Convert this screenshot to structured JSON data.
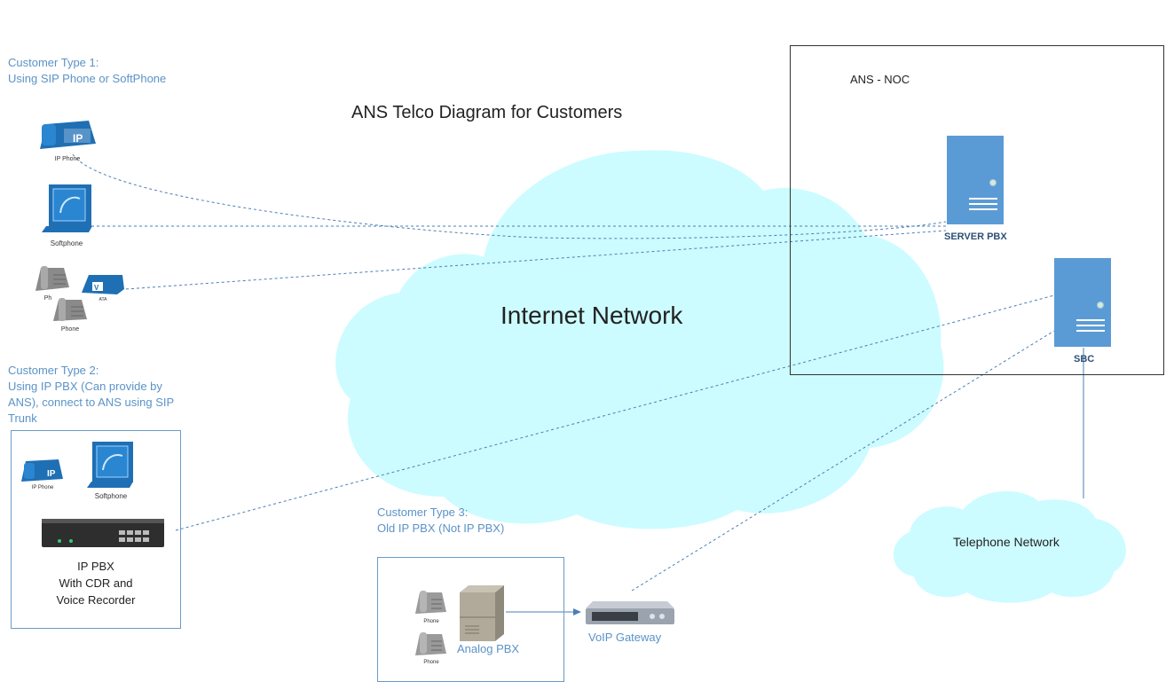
{
  "title": "ANS Telco Diagram for Customers",
  "cloud_internet": "Internet Network",
  "cloud_telephone": "Telephone Network",
  "noc": {
    "label": "ANS - NOC",
    "server_pbx": "SERVER PBX",
    "sbc": "SBC"
  },
  "customer1": {
    "heading": [
      "Customer Type 1:",
      "Using SIP Phone or SoftPhone"
    ],
    "ip_phone": "IP Phone",
    "softphone": "Softphone",
    "ph": "Ph",
    "ata": "ATA",
    "phone": "Phone"
  },
  "customer2": {
    "heading": [
      "Customer Type 2:",
      "Using IP PBX (Can provide by",
      "ANS), connect to ANS using SIP",
      "Trunk"
    ],
    "ip_phone": "IP Phone",
    "softphone": "Softphone",
    "pbx": [
      "IP PBX",
      "With CDR and",
      "Voice Recorder"
    ]
  },
  "customer3": {
    "heading": [
      "Customer Type 3:",
      "Old IP PBX (Not IP PBX)"
    ],
    "phone1": "Phone",
    "phone2": "Phone",
    "analog_pbx": "Analog PBX",
    "voip_gateway": "VoIP Gateway"
  },
  "colors": {
    "cloud": "#ccfcff",
    "server": "#5b9bd5",
    "line": "#4a7fb5",
    "text_blue": "#5b93c7"
  }
}
